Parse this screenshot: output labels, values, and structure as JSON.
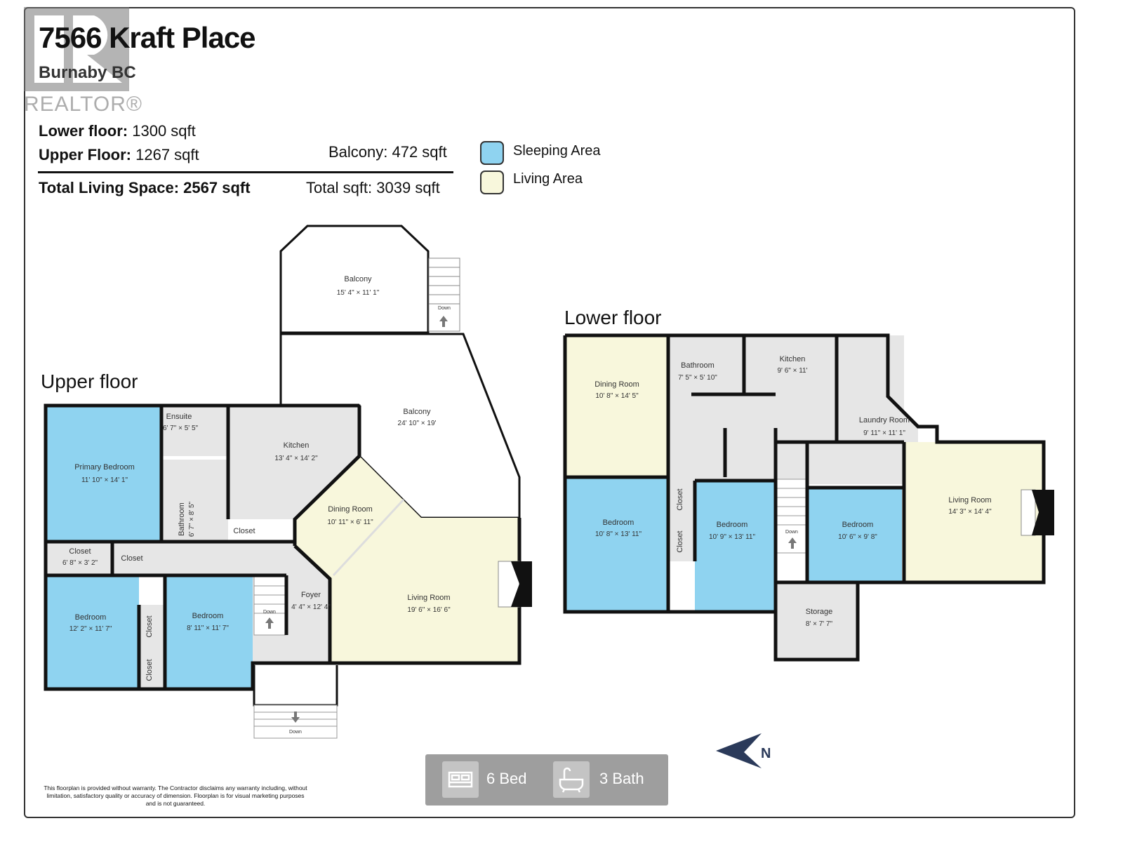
{
  "header": {
    "address": "7566 Kraft Place",
    "city": "Burnaby BC",
    "watermark": "REALTOR®"
  },
  "stats": {
    "lower_label": "Lower floor:",
    "lower_value": "1300 sqft",
    "upper_label": "Upper Floor:",
    "upper_value": "1267 sqft",
    "balcony": "Balcony: 472 sqft",
    "total_living": "Total Living Space: 2567 sqft",
    "total_sqft": "Total sqft: 3039 sqft"
  },
  "legend": [
    {
      "label": "Sleeping Area",
      "color": "#8fd3f0"
    },
    {
      "label": "Living Area",
      "color": "#f8f7dc"
    }
  ],
  "colors": {
    "sleeping": "#8fd3f0",
    "living": "#f8f7dc",
    "utility": "#e6e6e6",
    "wall": "#111111"
  },
  "upper": {
    "title": "Upper floor",
    "rooms": [
      {
        "name": "Balcony",
        "dim": "15' 4\" × 11' 1\""
      },
      {
        "name": "Balcony",
        "dim": "24' 10\" × 19'"
      },
      {
        "name": "Primary Bedroom",
        "dim": "11' 10\" × 14' 1\""
      },
      {
        "name": "Ensuite",
        "dim": "6' 7\" × 5' 5\""
      },
      {
        "name": "Bathroom",
        "dim": "6' 7\" × 8' 5\""
      },
      {
        "name": "Kitchen",
        "dim": "13' 4\" × 14' 2\""
      },
      {
        "name": "Dining Room",
        "dim": "10' 11\" × 6' 11\""
      },
      {
        "name": "Living Room",
        "dim": "19' 6\" × 16' 6\""
      },
      {
        "name": "Closet",
        "dim": "6' 8\" × 3' 2\""
      },
      {
        "name": "Closet"
      },
      {
        "name": "Closet"
      },
      {
        "name": "Closet"
      },
      {
        "name": "Closet"
      },
      {
        "name": "Bedroom",
        "dim": "12' 2\" × 11' 7\""
      },
      {
        "name": "Bedroom",
        "dim": "8' 11\" × 11' 7\""
      },
      {
        "name": "Foyer",
        "dim": "4' 4\" × 12' 4\""
      }
    ],
    "stairs": [
      "Down",
      "Down",
      "Down"
    ]
  },
  "lower": {
    "title": "Lower floor",
    "rooms": [
      {
        "name": "Dining Room",
        "dim": "10' 8\" × 14' 5\""
      },
      {
        "name": "Bathroom",
        "dim": "7' 5\" × 5' 10\""
      },
      {
        "name": "Kitchen",
        "dim": "9' 6\" × 11'"
      },
      {
        "name": "Laundry Room",
        "dim": "9' 11\" × 11' 1\""
      },
      {
        "name": "Bedroom",
        "dim": "10' 8\" × 13' 11\""
      },
      {
        "name": "Closet"
      },
      {
        "name": "Closet"
      },
      {
        "name": "Bedroom",
        "dim": "10' 9\" × 13' 11\""
      },
      {
        "name": "Bedroom",
        "dim": "10' 6\" × 9' 8\""
      },
      {
        "name": "Living Room",
        "dim": "14' 3\" × 14' 4\""
      },
      {
        "name": "Storage",
        "dim": "8' × 7' 7\""
      }
    ],
    "stairs": [
      "Down"
    ]
  },
  "summary": {
    "beds": "6 Bed",
    "baths": "3 Bath"
  },
  "compass": {
    "label": "N"
  },
  "disclaimer": "This floorplan is provided without warranty. The Contractor disclaims any warranty including, without limitation, satisfactory quality or accuracy of dimension. Floorplan is for visual marketing purposes and is not guaranteed."
}
